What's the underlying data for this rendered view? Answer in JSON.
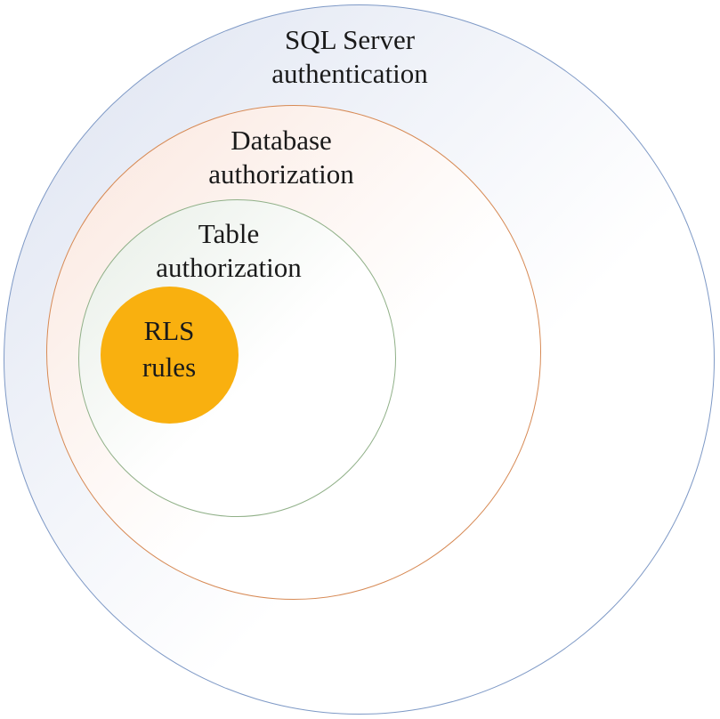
{
  "diagram": {
    "type": "nested-circles",
    "background_color": "#ffffff",
    "text_color": "#1a1a1a",
    "rings": [
      {
        "id": "sql-server-authentication",
        "line1": "SQL Server",
        "line2": "authentication",
        "border_color": "#7e99c6",
        "fill_color": "#dde3f1"
      },
      {
        "id": "database-authorization",
        "line1": "Database",
        "line2": "authorization",
        "border_color": "#d78a55",
        "fill_color": "#fae6dd"
      },
      {
        "id": "table-authorization",
        "line1": "Table",
        "line2": "authorization",
        "border_color": "#90b088",
        "fill_color": "#e7eee6"
      },
      {
        "id": "rls-rules",
        "line1": "RLS",
        "line2": "rules",
        "fill_solid": "#f9b00f",
        "border_color": "none"
      }
    ]
  }
}
